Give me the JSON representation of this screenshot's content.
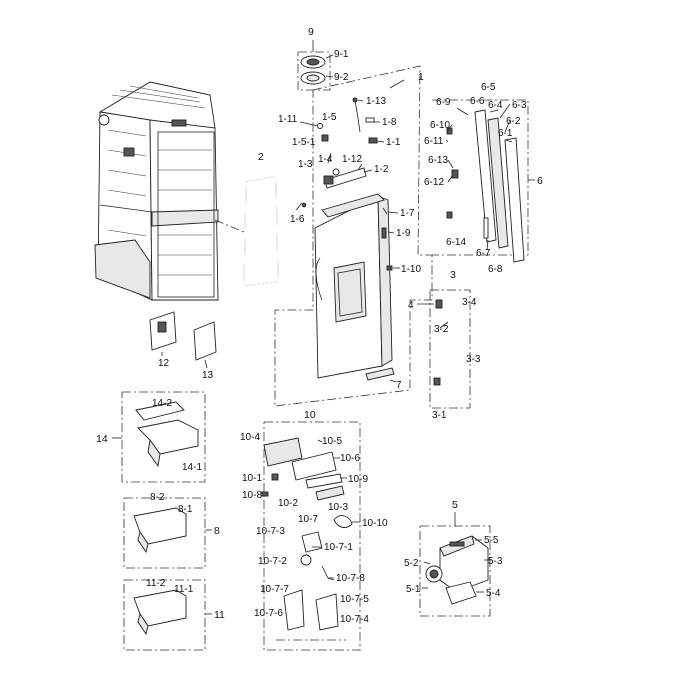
{
  "labels": {
    "l1": "1",
    "l1_1": "1-1",
    "l1_2": "1-2",
    "l1_3": "1-3",
    "l1_4": "1-4",
    "l1_5": "1-5",
    "l1_5_1": "1-5-1",
    "l1_6": "1-6",
    "l1_7": "1-7",
    "l1_8": "1-8",
    "l1_9": "1-9",
    "l1_10": "1-10",
    "l1_11": "1-11",
    "l1_12": "1-12",
    "l1_13": "1-13",
    "l2": "2",
    "l3": "3",
    "l3_1": "3-1",
    "l3_2": "3-2",
    "l3_3": "3-3",
    "l3_4": "3-4",
    "l4": "4",
    "l5": "5",
    "l5_1": "5-1",
    "l5_2": "5-2",
    "l5_3": "5-3",
    "l5_4": "5-4",
    "l5_5": "5-5",
    "l6": "6",
    "l6_1": "6-1",
    "l6_2": "6-2",
    "l6_3": "6-3",
    "l6_4": "6-4",
    "l6_5": "6-5",
    "l6_6": "6-6",
    "l6_7": "6-7",
    "l6_8": "6-8",
    "l6_9": "6-9",
    "l6_10": "6-10",
    "l6_11": "6-11",
    "l6_12": "6-12",
    "l6_13": "6-13",
    "l6_14": "6-14",
    "l7": "7",
    "l8": "8",
    "l8_1": "8-1",
    "l8_2": "8-2",
    "l9": "9",
    "l9_1": "9-1",
    "l9_2": "9-2",
    "l10": "10",
    "l10_1": "10-1",
    "l10_2": "10-2",
    "l10_3": "10-3",
    "l10_4": "10-4",
    "l10_5": "10-5",
    "l10_6": "10-6",
    "l10_7": "10-7",
    "l10_7_1": "10-7-1",
    "l10_7_2": "10-7-2",
    "l10_7_3": "10-7-3",
    "l10_7_4": "10-7-4",
    "l10_7_5": "10-7-5",
    "l10_7_6": "10-7-6",
    "l10_7_7": "10-7-7",
    "l10_7_8": "10-7-8",
    "l10_8": "10-8",
    "l10_9": "10-9",
    "l10_10": "10-10",
    "l11": "11",
    "l11_1": "11-1",
    "l11_2": "11-2",
    "l12": "12",
    "l13": "13",
    "l14": "14",
    "l14_1": "14-1",
    "l14_2": "14-2"
  }
}
